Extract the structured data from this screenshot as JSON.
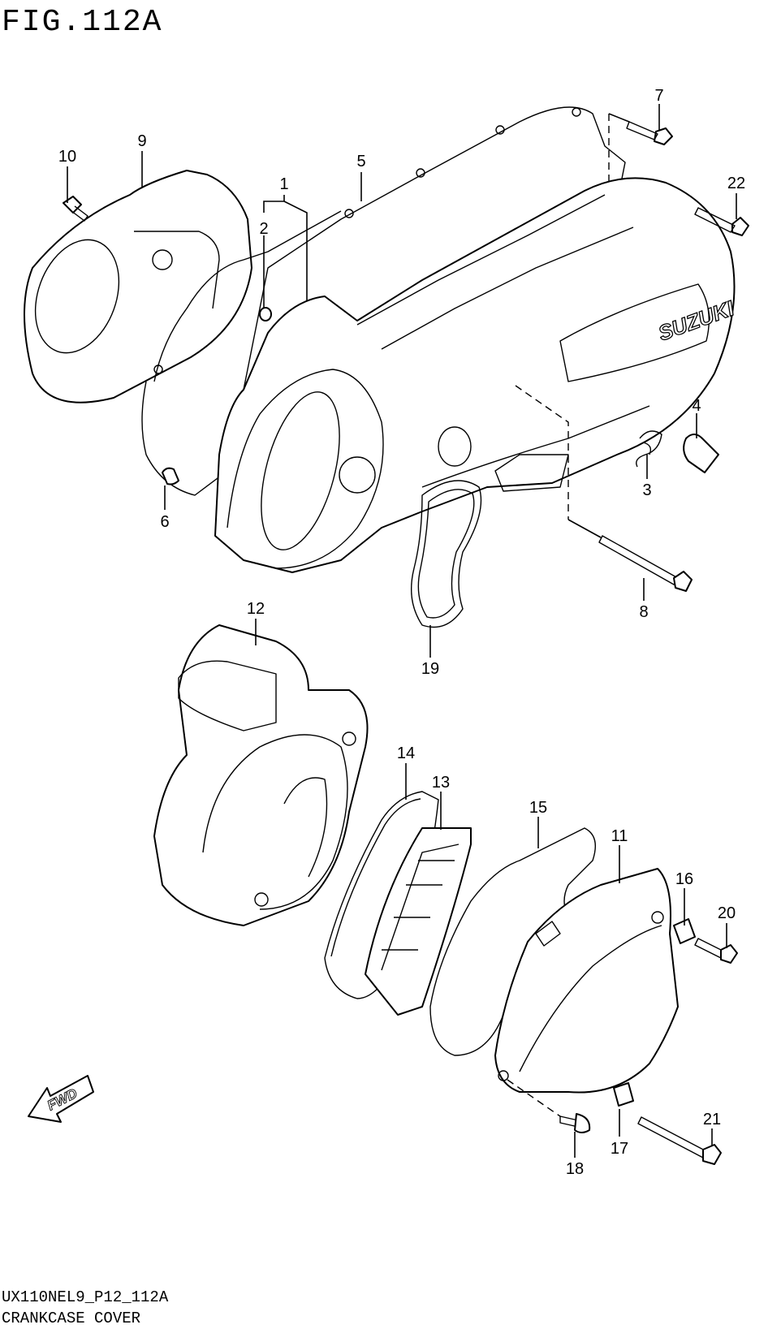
{
  "figure": {
    "title": "FIG.112A",
    "code": "UX110NEL9_P12_112A",
    "caption": "CRANKCASE COVER",
    "brand_mark": "SUZUKI",
    "direction_mark": "FWD"
  },
  "callouts": [
    {
      "id": "1",
      "label": "1"
    },
    {
      "id": "2",
      "label": "2"
    },
    {
      "id": "3",
      "label": "3"
    },
    {
      "id": "4",
      "label": "4"
    },
    {
      "id": "5",
      "label": "5"
    },
    {
      "id": "6",
      "label": "6"
    },
    {
      "id": "7",
      "label": "7"
    },
    {
      "id": "8",
      "label": "8"
    },
    {
      "id": "9",
      "label": "9"
    },
    {
      "id": "10",
      "label": "10"
    },
    {
      "id": "11",
      "label": "11"
    },
    {
      "id": "12",
      "label": "12"
    },
    {
      "id": "13",
      "label": "13"
    },
    {
      "id": "14",
      "label": "14"
    },
    {
      "id": "15",
      "label": "15"
    },
    {
      "id": "16",
      "label": "16"
    },
    {
      "id": "17",
      "label": "17"
    },
    {
      "id": "18",
      "label": "18"
    },
    {
      "id": "19",
      "label": "19"
    },
    {
      "id": "20",
      "label": "20"
    },
    {
      "id": "21",
      "label": "21"
    },
    {
      "id": "22",
      "label": "22"
    }
  ]
}
